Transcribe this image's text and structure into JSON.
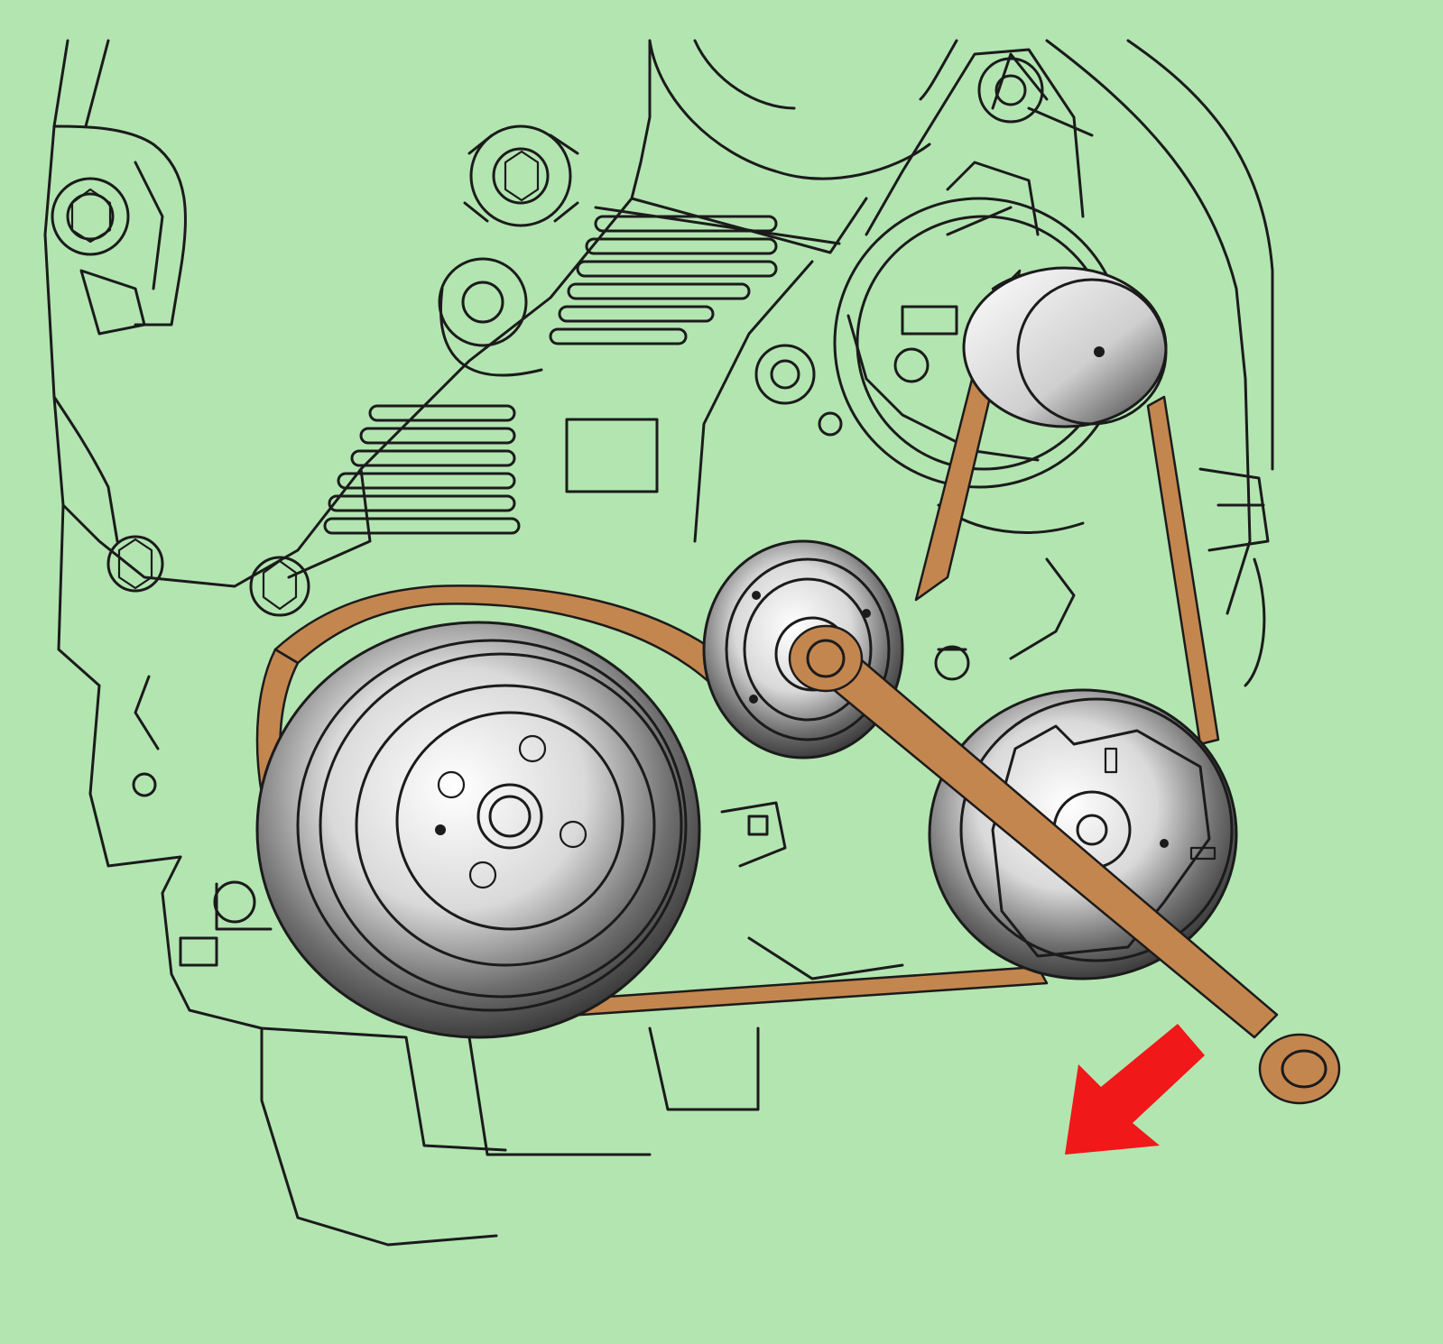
{
  "figure": {
    "background": "#b3e5b1",
    "belt_color": "#c4864f",
    "line_color": "#1b1b1b",
    "arrow_color": "#f01818"
  },
  "components": {
    "crankshaft_pulley": "crankshaft-pulley",
    "tensioner_pulley": "tensioner-pulley",
    "alternator_pulley": "alternator-pulley",
    "pump_pulley": "pump-pulley",
    "drive_belt": "drive-belt",
    "wrench": "ring-wrench",
    "direction_arrow": "arrow-down-left-icon"
  }
}
